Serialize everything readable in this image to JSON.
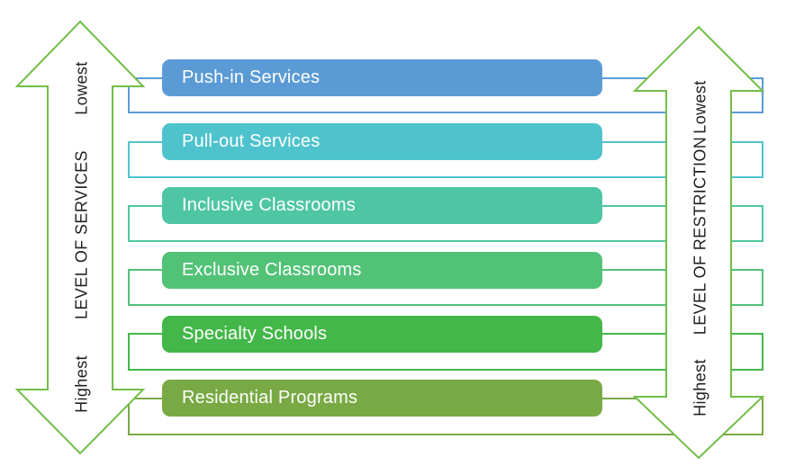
{
  "left_axis": {
    "top_label": "Lowest",
    "axis_label": "LEVEL OF SERVICES",
    "bottom_label": "Highest"
  },
  "right_axis": {
    "top_label": "Lowest",
    "axis_label": "LEVEL OF RESTRICTION",
    "bottom_label": "Highest"
  },
  "levels": [
    {
      "label": "Push-in Services",
      "color": "#5B9BD5"
    },
    {
      "label": "Pull-out Services",
      "color": "#4FC3CD"
    },
    {
      "label": "Inclusive Classrooms",
      "color": "#4FC6A3"
    },
    {
      "label": "Exclusive Classrooms",
      "color": "#52C277"
    },
    {
      "label": "Specialty Schools",
      "color": "#44B74A"
    },
    {
      "label": "Residential Programs",
      "color": "#79A944"
    }
  ],
  "colors": {
    "arrow_stroke": "#72BE48",
    "arrow_fill": "#FFFFFF",
    "bar_text": "#FFFFFF",
    "axis_text": "#1F1F1F"
  }
}
